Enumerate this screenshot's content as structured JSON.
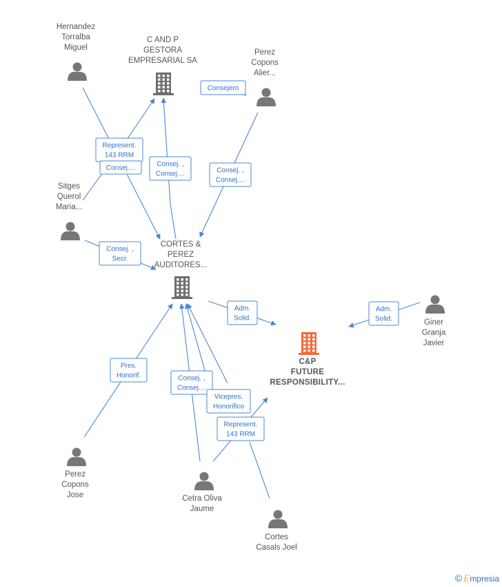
{
  "colors": {
    "edge": "#4a86d6",
    "company": "#6e6e6e",
    "focus_company": "#f26b3a",
    "person": "#777777"
  },
  "nodes": [
    {
      "id": "hernandez",
      "kind": "person",
      "icon": "person-icon",
      "lines": [
        "Hernandez",
        "Torralba",
        "Miguel"
      ]
    },
    {
      "id": "candp",
      "kind": "company",
      "icon": "building-icon",
      "lines": [
        "C AND P",
        "GESTORA",
        "EMPRESARIAL SA"
      ]
    },
    {
      "id": "perez_alier",
      "kind": "person",
      "icon": "person-icon",
      "lines": [
        "Perez",
        "Copons",
        "Alier..."
      ]
    },
    {
      "id": "sitges",
      "kind": "person",
      "icon": "person-icon",
      "lines": [
        "Sitges",
        "Querol",
        "Maria..."
      ]
    },
    {
      "id": "cortes_perez",
      "kind": "company",
      "icon": "building-icon",
      "lines": [
        "CORTES &",
        "PEREZ",
        "AUDITORES..."
      ]
    },
    {
      "id": "giner",
      "kind": "person",
      "icon": "person-icon",
      "lines": [
        "Giner",
        "Granja",
        "Javier"
      ]
    },
    {
      "id": "cp_future",
      "kind": "focus",
      "icon": "building-icon",
      "lines": [
        "C&P",
        "FUTURE",
        "RESPONSIBILITY..."
      ]
    },
    {
      "id": "perez_jose",
      "kind": "person",
      "icon": "person-icon",
      "lines": [
        "Perez",
        "Copons",
        "Jose"
      ]
    },
    {
      "id": "cetra",
      "kind": "person",
      "icon": "person-icon",
      "lines": [
        "Cetra Oliva",
        "Jaume"
      ]
    },
    {
      "id": "cortes_casals",
      "kind": "person",
      "icon": "person-icon",
      "lines": [
        "Cortes",
        "Casals Joel"
      ]
    }
  ],
  "edges": [
    {
      "id": "consejero",
      "lines": [
        "Consejero"
      ]
    },
    {
      "id": "represent_candp",
      "lines": [
        "Represent.",
        "143 RRM"
      ]
    },
    {
      "id": "consej_hernandez",
      "lines": [
        "Consej...."
      ]
    },
    {
      "id": "consej_cortes_candp",
      "lines": [
        "Consej. ,",
        "Consej...."
      ]
    },
    {
      "id": "consej_perez_cortes",
      "lines": [
        "Consej. ,",
        "Consej...."
      ]
    },
    {
      "id": "consej_secr",
      "lines": [
        "Consej. ,",
        "Secr."
      ]
    },
    {
      "id": "adm_solid_cortes",
      "lines": [
        "Adm.",
        "Solid."
      ]
    },
    {
      "id": "adm_solid_giner",
      "lines": [
        "Adm.",
        "Solid."
      ]
    },
    {
      "id": "pres_honorif",
      "lines": [
        "Pres.",
        "Honorif."
      ]
    },
    {
      "id": "consej_cetra",
      "lines": [
        "Consej. ,",
        "Consej...."
      ]
    },
    {
      "id": "vicepres",
      "lines": [
        "Vicepres.",
        "Honorifico"
      ]
    },
    {
      "id": "represent_future",
      "lines": [
        "Represent.",
        "143 RRM"
      ]
    }
  ],
  "brand": {
    "copyright": "©",
    "initial": "E",
    "rest": "mpresia"
  }
}
